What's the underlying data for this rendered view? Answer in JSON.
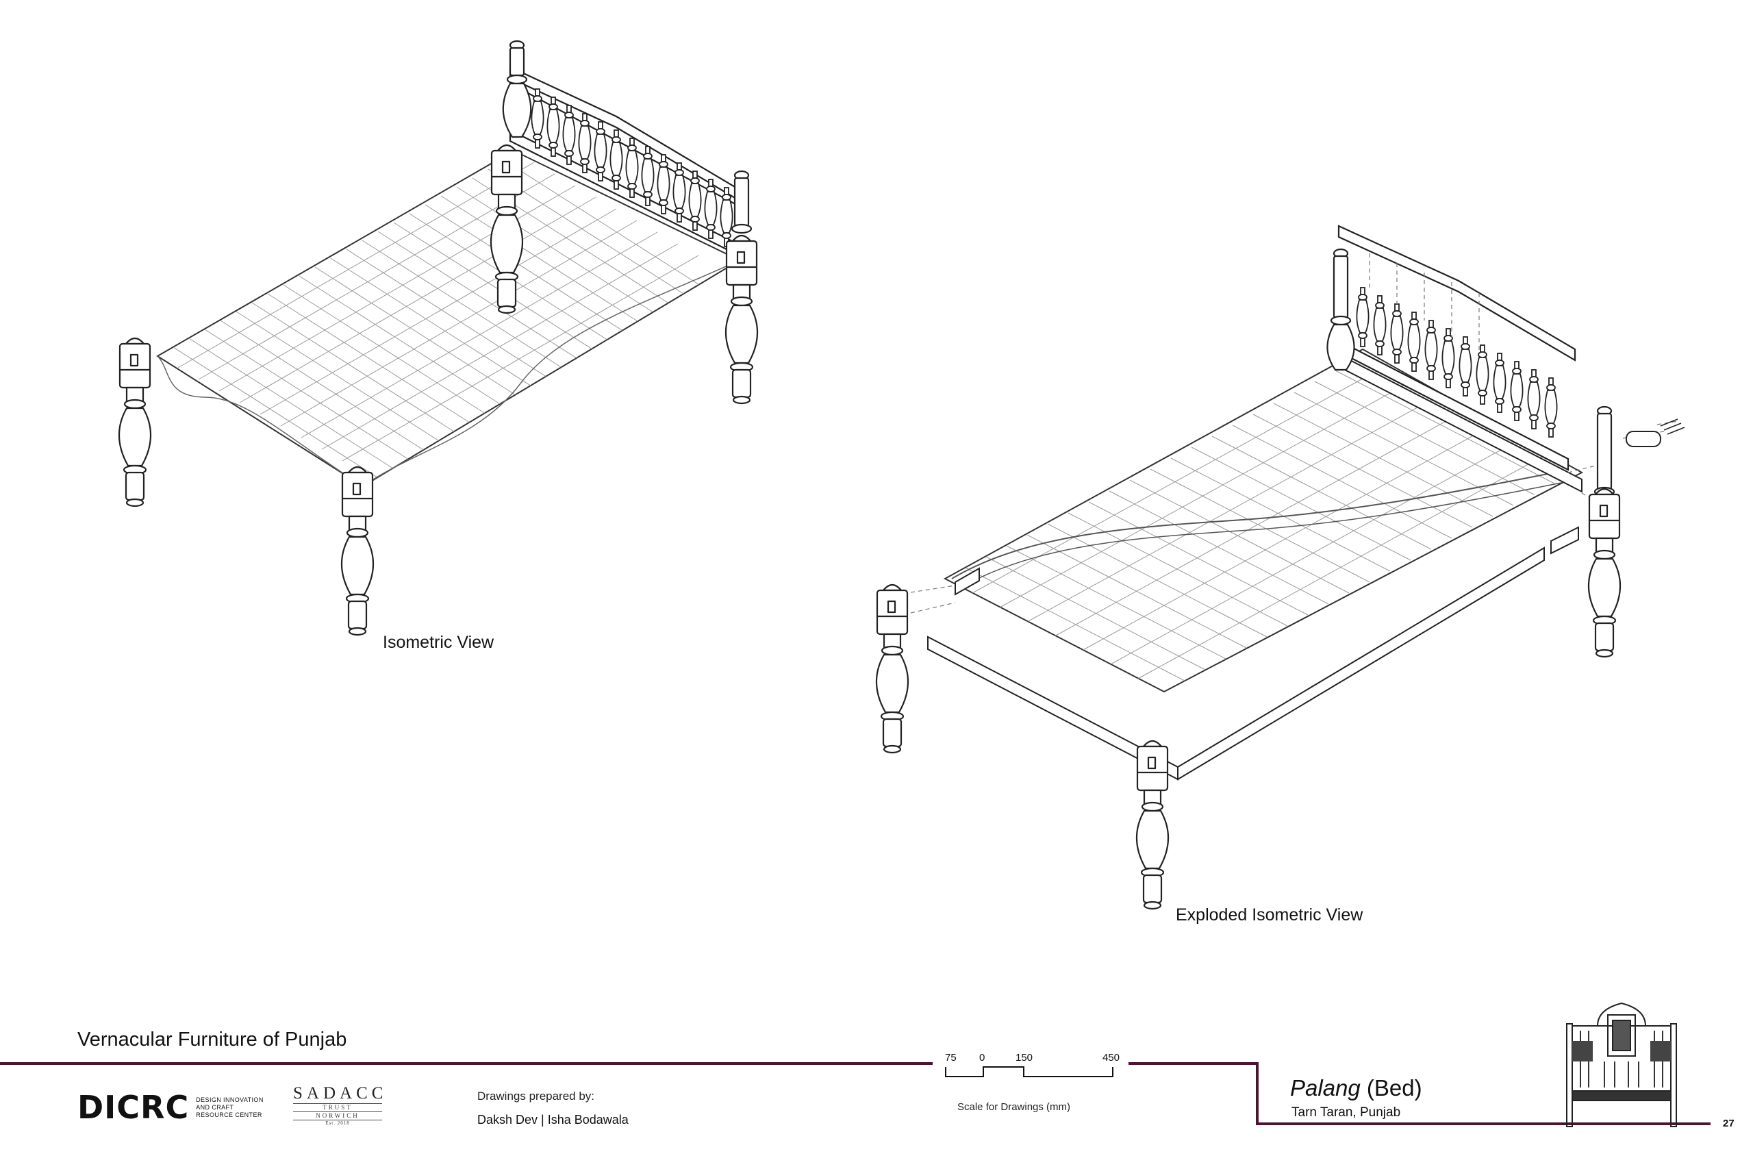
{
  "views": {
    "isometric_caption": "Isometric View",
    "exploded_caption": "Exploded Isometric View"
  },
  "footer": {
    "project_title": "Vernacular Furniture of Punjab",
    "logo_dicrc": {
      "wordmark": "DICRC",
      "subtitle_lines": [
        "DESIGN INNOVATION",
        "AND CRAFT",
        "RESOURCE CENTER"
      ]
    },
    "logo_sadacc": {
      "name": "SADACC",
      "trust": "TRUST",
      "city": "NORWICH",
      "est": "Est. 2018"
    },
    "prepared_by_label": "Drawings prepared by:",
    "prepared_by_names": "Daksh Dev | Isha Bodawala",
    "scale": {
      "ticks": [
        "75",
        "0",
        "150",
        "450"
      ],
      "caption": "Scale for Drawings (mm)"
    },
    "item": {
      "name_italic": "Palang",
      "name_rest": " (Bed)",
      "location": "Tarn Taran, Punjab"
    },
    "page_number": "27",
    "rule_color": "#4a1530"
  }
}
